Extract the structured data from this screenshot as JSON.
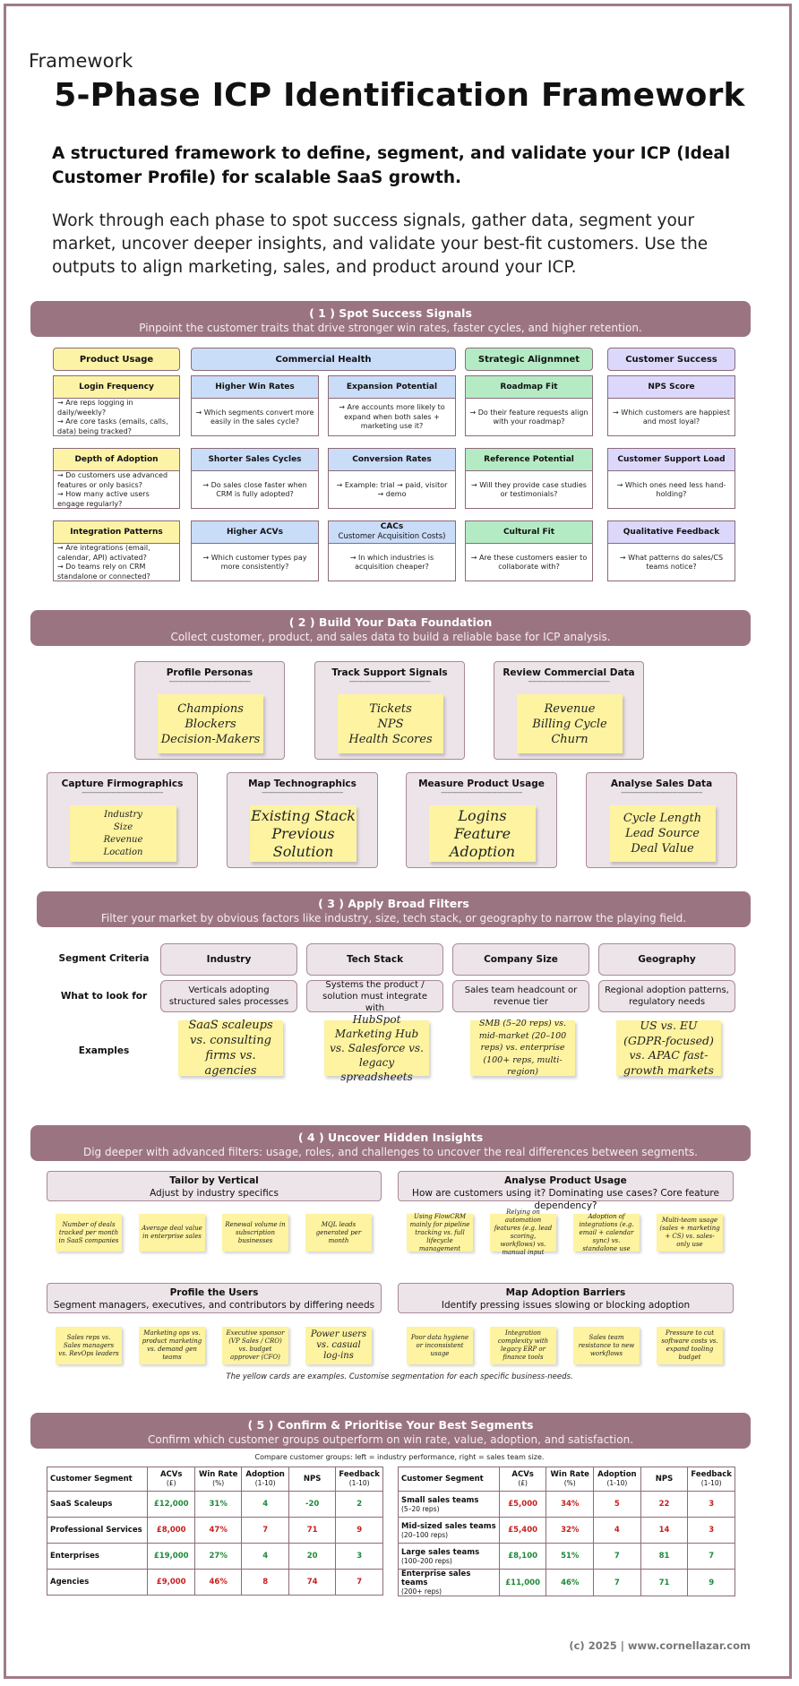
{
  "header": {
    "kicker": "Framework",
    "title": "5-Phase ICP Identification Framework",
    "lead": "A structured framework to define, segment, and validate your ICP (Ideal Customer Profile) for scalable SaaS growth.",
    "intro": "Work through each phase to spot success signals, gather data, segment your market, uncover deeper insights, and validate your best-fit customers. Use the outputs to align marketing, sales, and product around your ICP."
  },
  "phase1": {
    "title": "( 1 ) Spot Success Signals",
    "subtitle": "Pinpoint the customer traits that drive stronger win rates, faster cycles, and higher retention.",
    "headers": [
      "Product Usage",
      "Commercial Health",
      "Strategic Alignmnet",
      "Customer Success"
    ],
    "cards": [
      {
        "title": "Login Frequency",
        "body": "→ Are reps logging in daily/weekly?\n→ Are core tasks (emails, calls, data) being tracked?"
      },
      {
        "title": "Higher Win Rates",
        "body": "→ Which segments convert more easily in the sales cycle?"
      },
      {
        "title": "Expansion Potential",
        "body": "→ Are accounts more likely to expand when both sales + marketing use it?"
      },
      {
        "title": "Roadmap Fit",
        "body": "→ Do their feature requests align with your roadmap?"
      },
      {
        "title": "NPS Score",
        "body": "→ Which customers are happiest and most loyal?"
      },
      {
        "title": "Depth of Adoption",
        "body": "→ Do customers use advanced features or only basics?\n→ How many active users engage regularly?"
      },
      {
        "title": "Shorter Sales Cycles",
        "body": "→ Do sales close faster when CRM is fully adopted?"
      },
      {
        "title": "Conversion Rates",
        "body": "→ Example: trial → paid, visitor → demo"
      },
      {
        "title": "Reference Potential",
        "body": "→ Will they provide case studies or testimonials?"
      },
      {
        "title": "Customer Support Load",
        "body": "→ Which ones need less hand-holding?"
      },
      {
        "title": "Integration Patterns",
        "body": "→ Are integrations (email, calendar, API) activated?\n→ Do teams rely on CRM standalone or connected?"
      },
      {
        "title": "Higher ACVs",
        "body": "→ Which customer types pay more consistently?"
      },
      {
        "title": "CACs",
        "sub": "Customer Acquisition Costs)",
        "body": "→ In which industries is acquisition cheaper?"
      },
      {
        "title": "Cultural Fit",
        "body": "→ Are these customers easier to collaborate with?"
      },
      {
        "title": "Qualitative Feedback",
        "body": "→ What patterns do sales/CS teams notice?"
      }
    ]
  },
  "phase2": {
    "title": "( 2 ) Build Your Data Foundation",
    "subtitle": "Collect customer, product, and sales data to build a reliable base for ICP analysis.",
    "dashes": "--------------------------------------",
    "boxes": [
      {
        "title": "Profile Personas",
        "lines": [
          "Champions",
          "Blockers",
          "Decision-Makers"
        ]
      },
      {
        "title": "Track Support Signals",
        "lines": [
          "Tickets",
          "NPS",
          "Health Scores"
        ]
      },
      {
        "title": "Review Commercial Data",
        "lines": [
          "Revenue",
          "Billing Cycle",
          "Churn"
        ]
      },
      {
        "title": "Capture Firmographics",
        "lines": [
          "Industry",
          "Size",
          "Revenue",
          "Location"
        ]
      },
      {
        "title": "Map Technographics",
        "lines": [
          "Existing Stack",
          "Previous Solution"
        ]
      },
      {
        "title": "Measure Product Usage",
        "lines": [
          "Logins",
          "Feature Adoption"
        ]
      },
      {
        "title": "Analyse Sales Data",
        "lines": [
          "Cycle Length",
          "Lead Source",
          "Deal Value"
        ]
      }
    ]
  },
  "phase3": {
    "title": "( 3 ) Apply Broad Filters",
    "subtitle": "Filter your market by obvious factors like industry, size, tech stack, or geography to narrow the playing field.",
    "row_labels": [
      "Segment Criteria",
      "What to look for",
      "Examples"
    ],
    "criteria": [
      "Industry",
      "Tech Stack",
      "Company Size",
      "Geography"
    ],
    "look_for": [
      "Verticals adopting structured sales processes",
      "Systems the product / solution must integrate with",
      "Sales team headcount or revenue tier",
      "Regional adoption patterns, regulatory needs"
    ],
    "examples": [
      "SaaS scaleups vs. consulting firms vs. agencies",
      "HubSpot Marketing Hub vs. Salesforce vs. legacy spreadsheets",
      "SMB (5–20 reps) vs. mid-market (20–100 reps) vs. enterprise (100+ reps, multi-region)",
      "US vs. EU (GDPR-focused) vs. APAC fast-growth markets"
    ]
  },
  "phase4": {
    "title": "( 4 ) Uncover Hidden Insights",
    "subtitle": "Dig deeper with advanced filters: usage, roles, and challenges to uncover the real differences between segments.",
    "groups": [
      {
        "title": "Tailor by Vertical",
        "sub": "Adjust by industry specifics",
        "notes": [
          "Number of deals tracked per month in SaaS companies",
          "Average deal value in enterprise sales",
          "Renewal volume in subscription businesses",
          "MQL leads generated per month"
        ]
      },
      {
        "title": "Analyse Product Usage",
        "sub": "How are customers using it? Dominating use cases? Core feature dependency?",
        "notes": [
          "Using FlowCRM mainly for pipeline tracking vs. full lifecycle management",
          "Relying on automation features (e.g. lead scoring, workflows) vs. manual input",
          "Adoption of integrations (e.g. email + calendar sync) vs. standalone use",
          "Multi-team usage (sales + marketing + CS) vs. sales-only use"
        ]
      },
      {
        "title": "Profile the Users",
        "sub": "Segment managers, executives, and contributors by differing needs",
        "notes": [
          "Sales reps vs. Sales managers vs. RevOps leaders",
          "Marketing ops vs. product marketing vs. demand gen teams",
          "Executive sponsor (VP Sales / CRO) vs. budget approver (CFO)",
          "Power users vs. casual log-ins"
        ]
      },
      {
        "title": "Map Adoption Barriers",
        "sub": "Identify pressing issues slowing or blocking adoption",
        "notes": [
          "Poor data hygiene or inconsistent usage",
          "Integration complexity with legacy ERP or finance tools",
          "Sales team resistance to new workflows",
          "Pressure to cut software costs vs. expand tooling budget"
        ]
      }
    ],
    "note": "The yellow cards are examples. Customise segmentation for each specific business-needs."
  },
  "phase5": {
    "title": "( 5 ) Confirm & Prioritise Your Best Segments",
    "subtitle": "Confirm which customer groups outperform on win rate, value, adoption, and satisfaction.",
    "compare_note": "Compare customer groups: left = industry performance, right = sales team size.",
    "columns": [
      {
        "label": "Customer Segment",
        "sub": ""
      },
      {
        "label": "ACVs",
        "sub": "(£)"
      },
      {
        "label": "Win Rate",
        "sub": "(%)"
      },
      {
        "label": "Adoption",
        "sub": "(1-10)"
      },
      {
        "label": "NPS",
        "sub": ""
      },
      {
        "label": "Feedback",
        "sub": "(1-10)"
      }
    ],
    "left_rows": [
      {
        "segment": "SaaS Scaleups",
        "sub": "",
        "acv": "£12,000",
        "win": "31%",
        "adoption": "4",
        "nps": "-20",
        "feedback": "2",
        "c": [
          "gr",
          "gr",
          "gr",
          "gr",
          "gr"
        ]
      },
      {
        "segment": "Professional Services",
        "sub": "",
        "acv": "£8,000",
        "win": "47%",
        "adoption": "7",
        "nps": "71",
        "feedback": "9",
        "c": [
          "rd",
          "rd",
          "rd",
          "rd",
          "rd"
        ]
      },
      {
        "segment": "Enterprises",
        "sub": "",
        "acv": "£19,000",
        "win": "27%",
        "adoption": "4",
        "nps": "20",
        "feedback": "3",
        "c": [
          "gr",
          "gr",
          "gr",
          "gr",
          "gr"
        ]
      },
      {
        "segment": "Agencies",
        "sub": "",
        "acv": "£9,000",
        "win": "46%",
        "adoption": "8",
        "nps": "74",
        "feedback": "7",
        "c": [
          "rd",
          "rd",
          "rd",
          "rd",
          "rd"
        ]
      }
    ],
    "right_rows": [
      {
        "segment": "Small sales teams",
        "sub": "(5–20 reps)",
        "acv": "£5,000",
        "win": "34%",
        "adoption": "5",
        "nps": "22",
        "feedback": "3",
        "c": [
          "rd",
          "rd",
          "rd",
          "rd",
          "rd"
        ]
      },
      {
        "segment": "Mid-sized sales teams",
        "sub": "(20–100 reps)",
        "acv": "£5,400",
        "win": "32%",
        "adoption": "4",
        "nps": "14",
        "feedback": "3",
        "c": [
          "rd",
          "rd",
          "rd",
          "rd",
          "rd"
        ]
      },
      {
        "segment": "Large sales teams",
        "sub": "(100–200 reps)",
        "acv": "£8,100",
        "win": "51%",
        "adoption": "7",
        "nps": "81",
        "feedback": "7",
        "c": [
          "gr",
          "gr",
          "gr",
          "gr",
          "gr"
        ]
      },
      {
        "segment": "Enterprise sales teams",
        "sub": "(200+ reps)",
        "acv": "£11,000",
        "win": "46%",
        "adoption": "7",
        "nps": "71",
        "feedback": "9",
        "c": [
          "gr",
          "gr",
          "gr",
          "gr",
          "gr"
        ]
      }
    ]
  },
  "footer": "(c) 2025 | www.cornellazar.com",
  "colors": {
    "banner": "#9b7482",
    "product_usage": "#fdf3a6",
    "commercial_health": "#c9dcf8",
    "strategic": "#b5ebc4",
    "customer_success": "#dcd8fb",
    "sticky": "#fdf3a0",
    "good": "#1f8a3a",
    "bad": "#c81e1e"
  }
}
